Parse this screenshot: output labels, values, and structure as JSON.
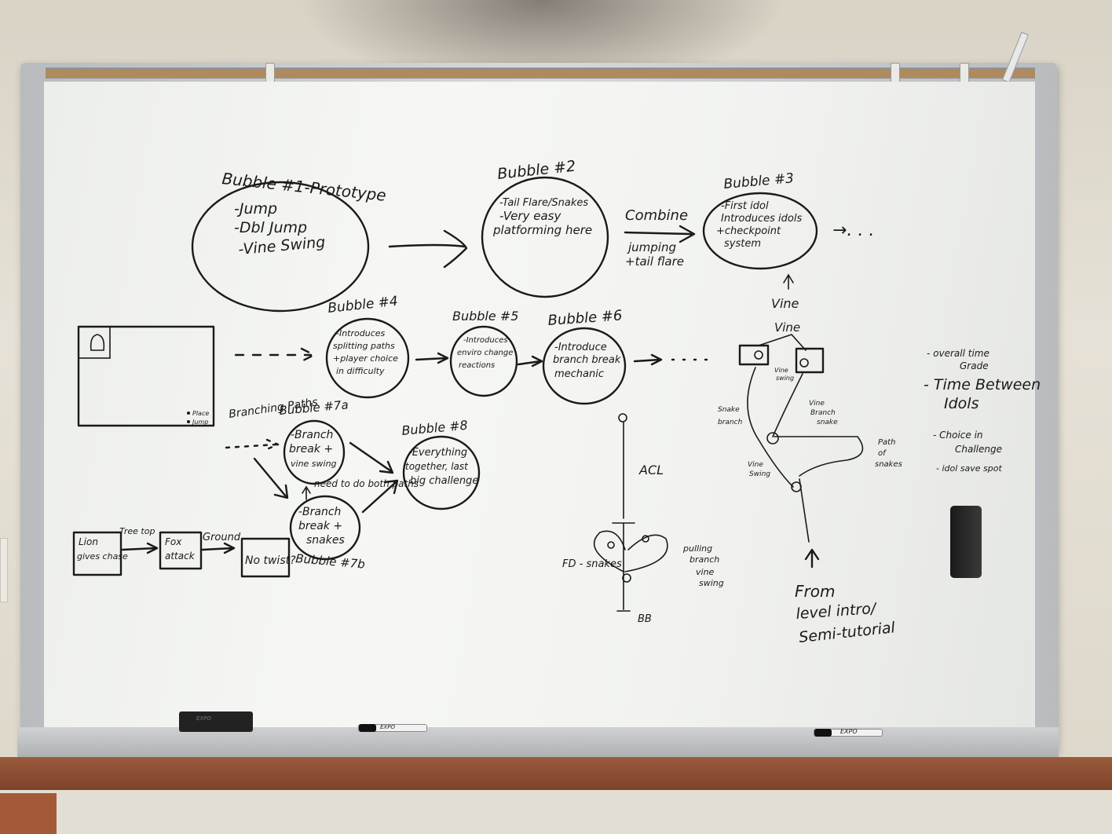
{
  "board": {
    "bubble1": {
      "title": "Bubble #1-Prototype",
      "lines": [
        "-Jump",
        "-Dbl Jump",
        "-Vine Swing"
      ]
    },
    "bubble2": {
      "title": "Bubble #2",
      "lines": [
        "-Tail Flare/Snakes",
        "-Very easy",
        "platforming here"
      ]
    },
    "combine": {
      "label": "Combine",
      "lines": [
        "jumping",
        "+tail flare"
      ]
    },
    "bubble3": {
      "title": "Bubble #3",
      "lines": [
        "-First idol",
        "Introduces idols",
        "+checkpoint",
        "system"
      ],
      "continuation": "→. . ."
    },
    "bubble4": {
      "title": "Bubble #4",
      "lines": [
        "-Introduces",
        "splitting paths",
        "+player choice",
        "in difficulty"
      ]
    },
    "bubble5": {
      "title": "Bubble #5",
      "lines": [
        "-Introduces",
        "enviro change",
        "reactions"
      ]
    },
    "bubble6": {
      "title": "Bubble #6",
      "lines": [
        "-Introduce",
        "branch break",
        "mechanic"
      ]
    },
    "map_legend": [
      "Place",
      "Jump"
    ],
    "branching": {
      "label": "Branching Paths",
      "bubble7a": {
        "title": "Bubble #7a",
        "lines": [
          "-Branch",
          "break +",
          "vine swing"
        ]
      },
      "bubble7b": {
        "title": "Bubble #7b",
        "lines": [
          "-Branch",
          "break +",
          "snakes"
        ]
      },
      "note": "need to do both paths"
    },
    "bubble8": {
      "title": "Bubble #8",
      "lines": [
        "-Everything",
        "together, last",
        "big challenge"
      ]
    },
    "flow": {
      "box1": [
        "Lion",
        "gives chase"
      ],
      "label1": "Tree top",
      "box2": [
        "Fox",
        "attack"
      ],
      "label2": "Ground",
      "box3": "No twist?"
    },
    "diagram_center": {
      "top_label": "ACL",
      "bottom_label": "BB",
      "left_label": "FD - snakes",
      "right_label": [
        "pulling",
        "branch",
        "vine",
        "swing"
      ]
    },
    "diagram_right": {
      "top_labels": [
        "Vine",
        "Vine"
      ],
      "labels": {
        "vine_swing_top": [
          "Vine",
          "swing"
        ],
        "snake_branch": [
          "Snake",
          "branch"
        ],
        "vine_branch_snake": [
          "Vine",
          "Branch",
          "snake"
        ],
        "path_of_snakes": [
          "Path",
          "of",
          "snakes"
        ],
        "vine_swing_bottom": [
          "Vine",
          "Swing"
        ]
      },
      "from_text": [
        "From",
        "level intro/",
        "Semi-tutorial"
      ]
    },
    "notes": [
      "- overall time",
      "Grade",
      "- Time Between",
      "Idols",
      "- Choice in",
      "Challenge",
      "- idol save spot"
    ],
    "marker_brand": "EXPO",
    "eraser_label": "EXPO"
  }
}
